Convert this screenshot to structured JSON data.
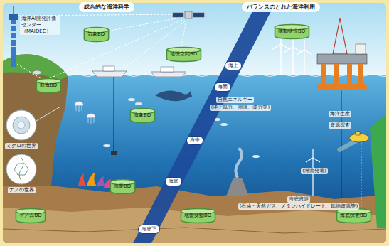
{
  "diagram": {
    "nodes": [
      {
        "text": [
          "総合的な海洋科学"
        ]
      },
      {
        "text": [
          "バランスのとれた海洋利用"
        ]
      },
      {
        "text": [
          "気象BD"
        ]
      },
      {
        "text": [
          "地理空間BD"
        ]
      },
      {
        "text": [
          "稼動状況BD"
        ]
      },
      {
        "text": [
          "航海BD"
        ]
      },
      {
        "text": [
          "海上"
        ]
      },
      {
        "text": [
          "海面"
        ]
      },
      {
        "text": [
          "海象BD"
        ]
      },
      {
        "text": [
          "海中"
        ]
      },
      {
        "text": [
          "漁業BD"
        ]
      },
      {
        "text": [
          "海底"
        ]
      },
      {
        "text": [
          "ゲノムBD"
        ]
      },
      {
        "text": [
          "地盤変動BD"
        ]
      },
      {
        "text": [
          "海底下"
        ]
      },
      {
        "text": [
          "海底探査BD"
        ]
      }
    ],
    "labels": [
      "海洋AI開発評価センター（MAIDEC）",
      "自然エネルギー",
      "(洋上風力、潮流、波力等)",
      "海洋生産",
      "資源探査",
      "(潮流発電)",
      "海底資源",
      "(石油・天然ガス、メタンハイドレート、鉱物資源等)",
      "ミクロの世界",
      "ナノの世界"
    ]
  }
}
